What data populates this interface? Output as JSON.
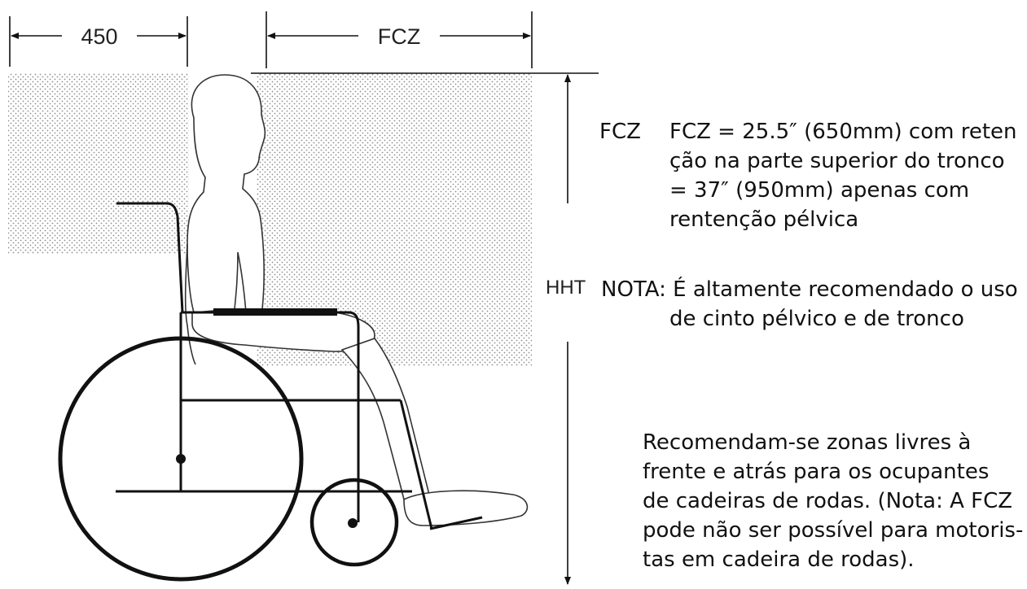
{
  "dimensions": {
    "rear_zone_label": "450",
    "front_zone_label": "FCZ",
    "height_label": "HHT"
  },
  "fcz_note": {
    "term": "FCZ",
    "lines": [
      "FCZ = 25.5″ (650mm) com reten",
      "ção na parte superior do tronco",
      "= 37″ (950mm) apenas com",
      "rentenção pélvica"
    ]
  },
  "nota": {
    "lines": [
      "NOTA: É altamente recomendado o uso",
      "de cinto pélvico e de tronco"
    ]
  },
  "recommendation": {
    "lines": [
      "Recomendam-se zonas livres à",
      "frente e atrás para os ocupantes",
      "de cadeiras de rodas. (Nota: A FCZ",
      "pode não ser possível para motoris-",
      "tas em cadeira de rodas)."
    ]
  },
  "colors": {
    "line": "#111111",
    "stipple": "#9a9a9a"
  }
}
